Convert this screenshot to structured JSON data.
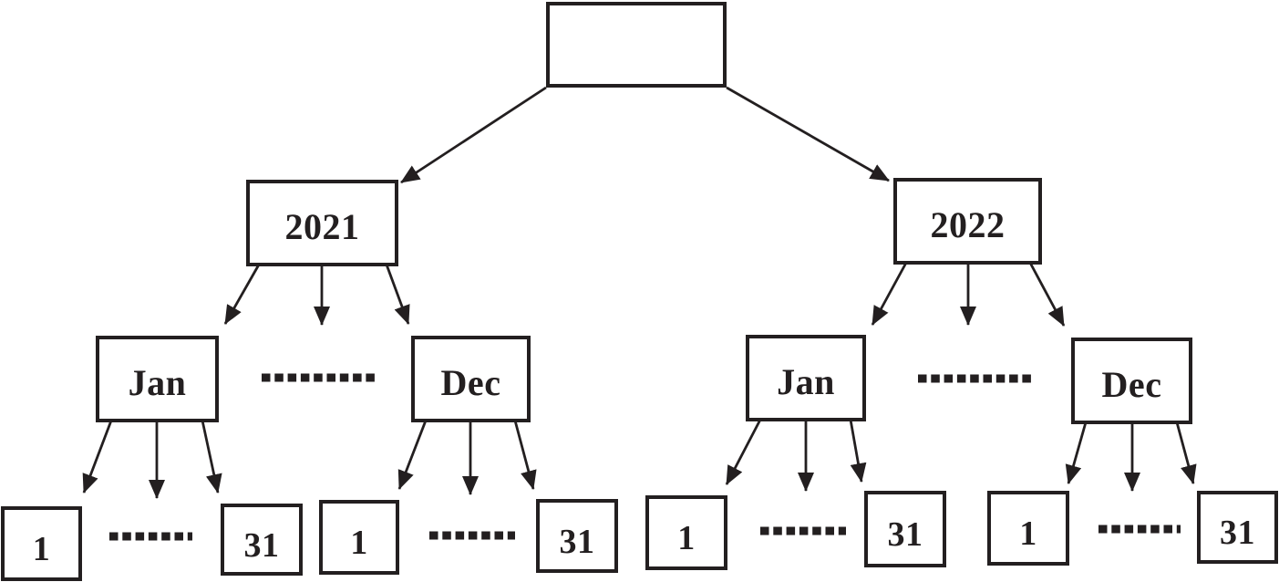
{
  "diagram": {
    "title": "",
    "root_label": "",
    "years": [
      {
        "label": "2021",
        "months": [
          {
            "label": "Jan",
            "first_day": "1",
            "last_day": "31"
          },
          {
            "label": "Dec",
            "first_day": "1",
            "last_day": "31"
          }
        ]
      },
      {
        "label": "2022",
        "months": [
          {
            "label": "Jan",
            "first_day": "1",
            "last_day": "31"
          },
          {
            "label": "Dec",
            "first_day": "1",
            "last_day": "31"
          }
        ]
      }
    ]
  },
  "colors": {
    "line": "#231f20",
    "background": "#ffffff"
  }
}
